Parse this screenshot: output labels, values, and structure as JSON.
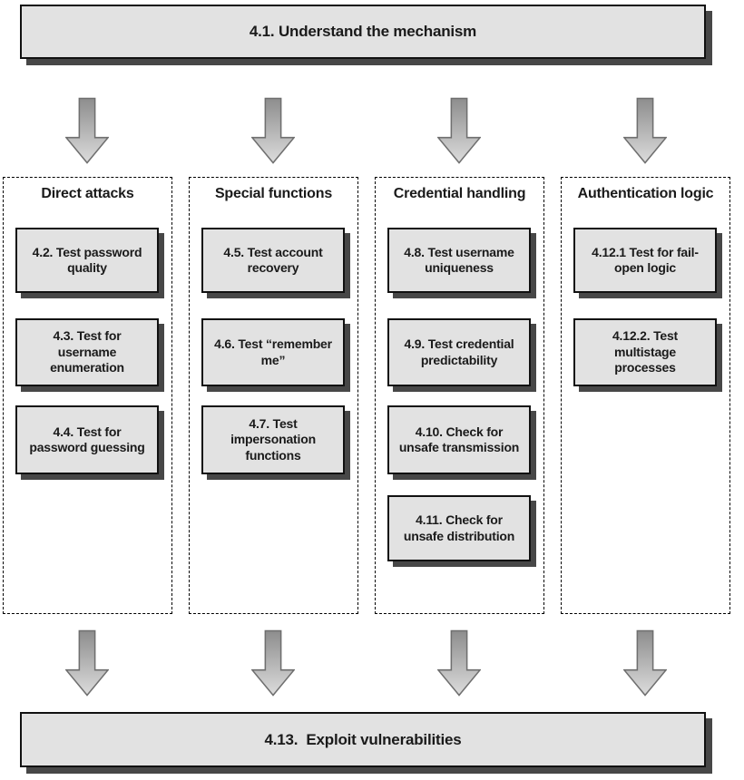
{
  "top_box": {
    "label": "4.1. Understand the mechanism"
  },
  "bottom_box": {
    "label": "4.13.  Exploit vulnerabilities"
  },
  "columns": [
    {
      "header": "Direct attacks",
      "boxes": [
        "4.2. Test password\nquality",
        "4.3. Test for\nusername\nenumeration",
        "4.4. Test for\npassword guessing"
      ]
    },
    {
      "header": "Special functions",
      "boxes": [
        "4.5. Test account\nrecovery",
        "4.6. Test “remember\nme”",
        "4.7. Test\nimpersonation\nfunctions"
      ]
    },
    {
      "header": "Credential handling",
      "boxes": [
        "4.8. Test username\nuniqueness",
        "4.9. Test credential\npredictability",
        "4.10. Check for\nunsafe transmission",
        "4.11. Check for\nunsafe distribution"
      ]
    },
    {
      "header": "Authentication logic",
      "boxes": [
        "4.12.1 Test for fail-\nopen logic",
        "4.12.2. Test\nmultistage\nprocesses"
      ]
    }
  ],
  "icons": {
    "down_arrow": "down-arrow-icon"
  },
  "colors": {
    "background": "#ffffff",
    "box_fill": "#e2e2e2",
    "box_border": "#111111",
    "drop_shadow": "#474747",
    "arrow_gradient_top": "#8d8d8d",
    "arrow_gradient_bottom": "#dcdcdc",
    "arrow_outline": "#6f6f6f",
    "text": "#1a1a1a"
  }
}
